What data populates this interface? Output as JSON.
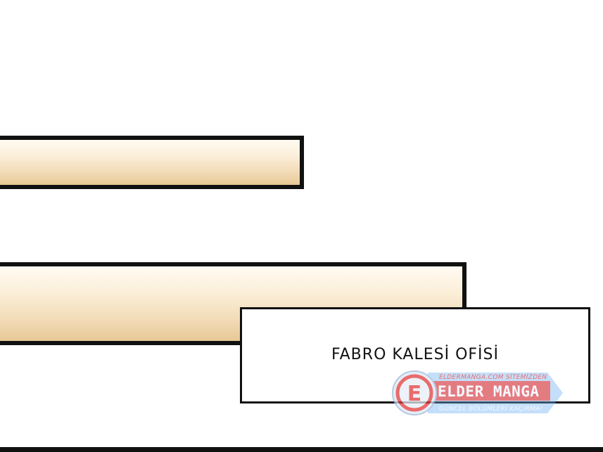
{
  "caption": {
    "text": "FABRO KALESİ OFİSİ"
  },
  "watermark": {
    "logo_letter": "E",
    "top_line": "ELDERMANGA.COM SİTEMİZDEN",
    "brand": "ELDER MANGA",
    "bottom_line": "GÜNCEL BÖLÜMLERİ KAÇIRMA!",
    "colors": {
      "red": "#e23b3b",
      "blue": "#3f8ee6"
    }
  }
}
